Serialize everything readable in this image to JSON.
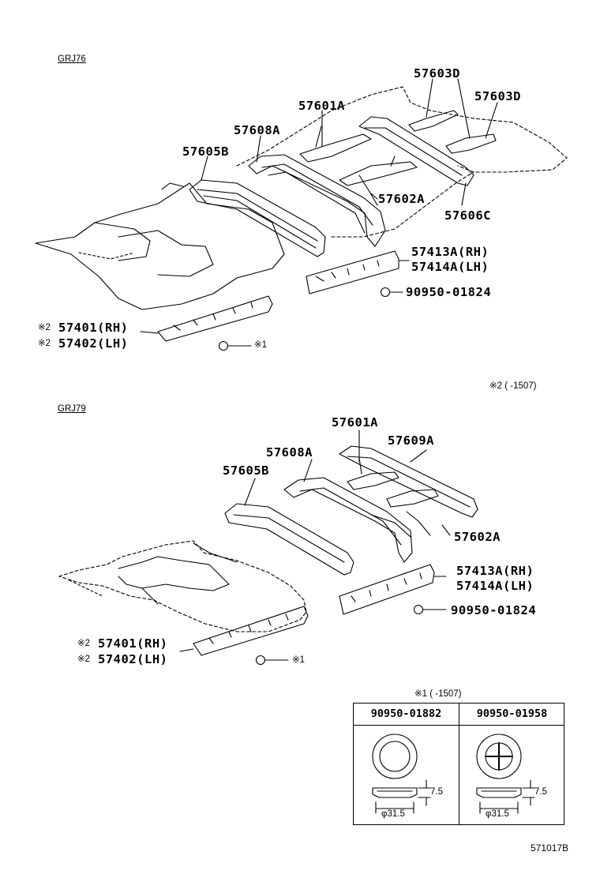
{
  "models": {
    "upper": "GRJ76",
    "lower": "GRJ79"
  },
  "upper_labels": {
    "p57603D_a": "57603D",
    "p57603D_b": "57603D",
    "p57601A": "57601A",
    "p57608A": "57608A",
    "p57605B": "57605B",
    "p57602A": "57602A",
    "p57606C": "57606C",
    "p57413A": "57413A(RH)",
    "p57414A": "57414A(LH)",
    "p90950": "90950-01824",
    "mark2_a": "※2",
    "p57401": "57401(RH)",
    "mark2_b": "※2",
    "p57402": "57402(LH)",
    "ref1": "※1",
    "note2": "※2 (      -1507)"
  },
  "lower_labels": {
    "p57601A": "57601A",
    "p57609A": "57609A",
    "p57608A": "57608A",
    "p57605B": "57605B",
    "p57602A": "57602A",
    "p57413A": "57413A(RH)",
    "p57414A": "57414A(LH)",
    "p90950": "90950-01824",
    "mark2_a": "※2",
    "p57401": "57401(RH)",
    "mark2_b": "※2",
    "p57402": "57402(LH)",
    "ref1": "※1"
  },
  "plug_table": {
    "note": "※1 (      -1507)",
    "col1": "90950-01882",
    "col2": "90950-01958",
    "dim_height": "7.5",
    "dim_diameter": "φ31.5"
  },
  "diagram_code": "571017B"
}
